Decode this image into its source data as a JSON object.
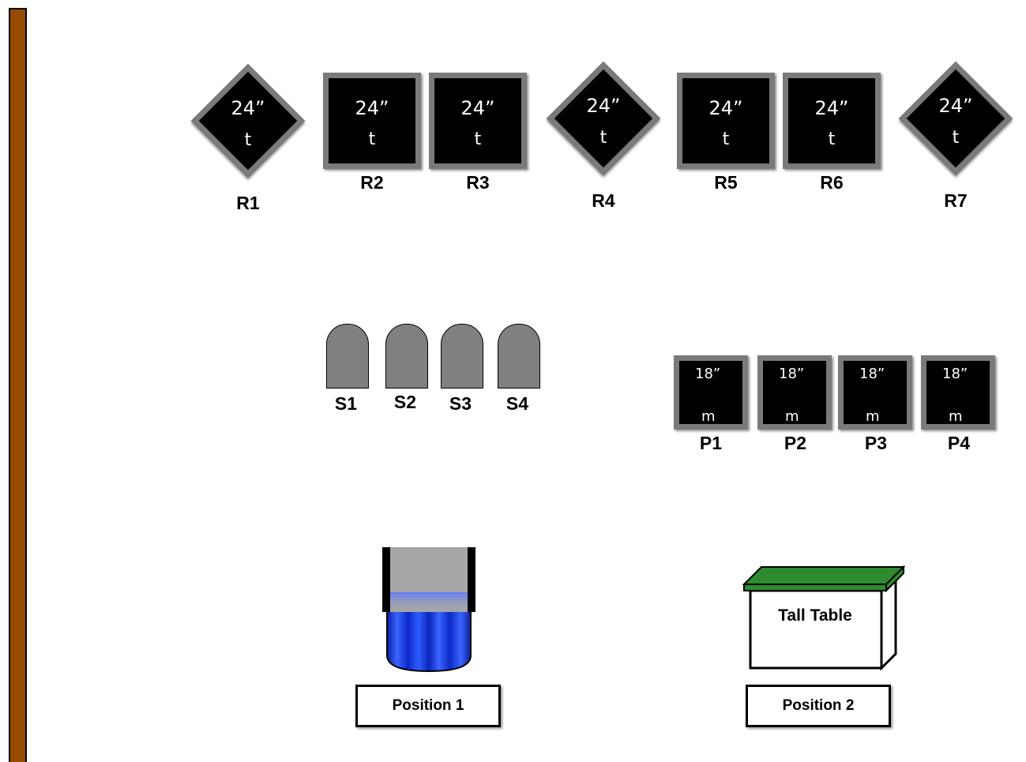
{
  "row_monitors": [
    {
      "label": "R1",
      "size": "24”",
      "kind": "t",
      "shape": "diamond"
    },
    {
      "label": "R2",
      "size": "24”",
      "kind": "t",
      "shape": "square"
    },
    {
      "label": "R3",
      "size": "24”",
      "kind": "t",
      "shape": "square"
    },
    {
      "label": "R4",
      "size": "24”",
      "kind": "t",
      "shape": "diamond"
    },
    {
      "label": "R5",
      "size": "24”",
      "kind": "t",
      "shape": "square"
    },
    {
      "label": "R6",
      "size": "24”",
      "kind": "t",
      "shape": "square"
    },
    {
      "label": "R7",
      "size": "24”",
      "kind": "t",
      "shape": "diamond"
    }
  ],
  "seats": [
    {
      "label": "S1"
    },
    {
      "label": "S2"
    },
    {
      "label": "S3"
    },
    {
      "label": "S4"
    }
  ],
  "small_monitors": [
    {
      "label": "P1",
      "size": "18”",
      "kind": "m"
    },
    {
      "label": "P2",
      "size": "18”",
      "kind": "m"
    },
    {
      "label": "P3",
      "size": "18”",
      "kind": "m"
    },
    {
      "label": "P4",
      "size": "18”",
      "kind": "m"
    }
  ],
  "positions": {
    "position1": "Position 1",
    "position2": "Position 2",
    "table_label": "Tall Table"
  },
  "colors": {
    "wall": "#964b00",
    "monitor_frame": "#7a7a7a",
    "seat": "#808080",
    "table_top": "#2e8b2e",
    "speaker_cap": "#1a3fd9"
  }
}
